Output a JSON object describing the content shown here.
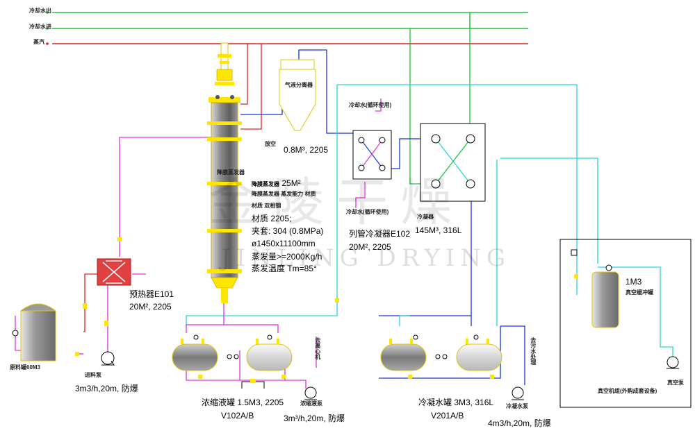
{
  "diagram": {
    "watermark": {
      "cn": "金陵干燥",
      "en": "JINLING DRYING"
    },
    "utility_lines": [
      {
        "id": "line1",
        "label": "冷却水出",
        "color": "#22c43a"
      },
      {
        "id": "line2",
        "label": "冷却水进",
        "color": "#22c43a"
      },
      {
        "id": "line3",
        "label": "蒸汽",
        "color": "#e0221e"
      }
    ],
    "evaporator": {
      "title": "降膜蒸发器",
      "area": "25M²",
      "line1": "降膜蒸发器 蒸发能力 材质",
      "line2": "材质 双相钢",
      "material": "材质 2205;",
      "jacket": "夹套: 304 (0.8MPa)",
      "size": "ø1450x11100mm",
      "capacity": "蒸发量>=2000Kg/h",
      "temp": "蒸发温度 Tm=85°"
    },
    "separator": {
      "name": "气液分离器",
      "spec": "0.8M³, 2205"
    },
    "vent_label": "放空",
    "preheater": {
      "name": "预热器E101",
      "spec": "20M², 2205"
    },
    "condenser_e102": {
      "name": "列管冷凝器E102",
      "spec": "20M², 2205",
      "top_label": "冷却水(循环使用)",
      "bottom_label": "冷却水(循环使用)"
    },
    "main_condenser": {
      "name": "冷凝器",
      "spec": "145M³, 316L"
    },
    "feed_tank": {
      "name": "原料罐60M3",
      "icon": "level-gauge-icon"
    },
    "feed_pump": {
      "name": "进料泵",
      "spec": "3m3/h,20m, 防爆"
    },
    "receiver_v102": {
      "name": "浓缩液罐 1.5M3, 2205",
      "tag": "V102A/B",
      "side": "去离心机"
    },
    "pump_v102": {
      "name": "浓缩液泵",
      "spec": "3m³/h,20m, 防爆"
    },
    "receiver_v201": {
      "name": "冷凝水罐 3M3, 316L",
      "tag": "V201A/B",
      "side": "去污水处理"
    },
    "pump_v201": {
      "name": "冷凝水泵",
      "spec": "4m3/h,20m, 防爆"
    },
    "vacuum_box": {
      "tank": "1M3",
      "tank_label": "真空缓冲罐",
      "pump": "真空泵",
      "caption": "真空机组(外购成套设备)"
    }
  }
}
